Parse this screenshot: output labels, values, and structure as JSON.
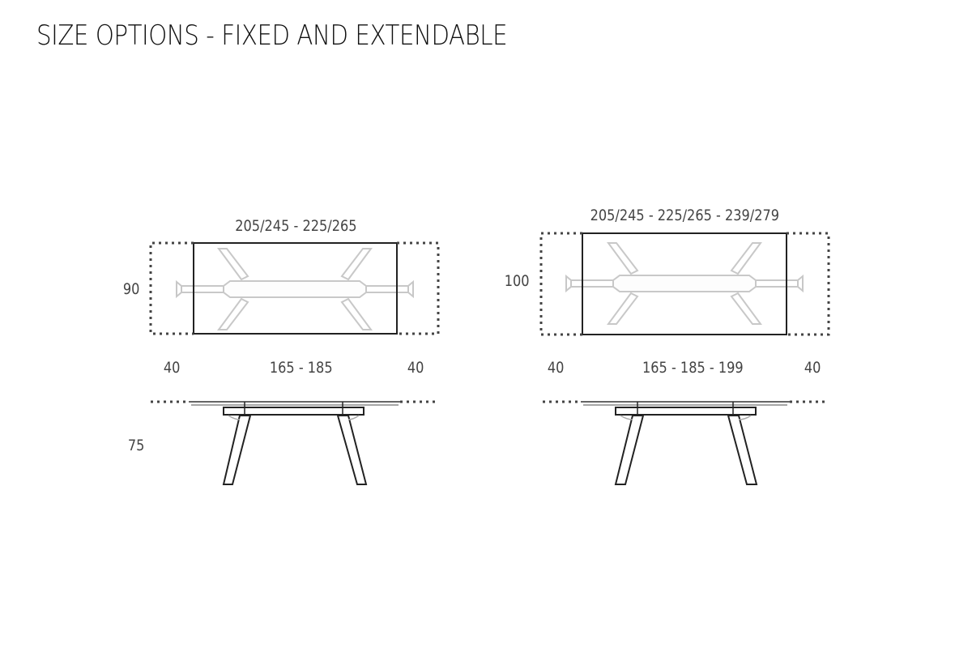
{
  "title": "SIZE OPTIONS - FIXED AND EXTENDABLE",
  "diagrams": [
    {
      "name": "table-90",
      "top_view": {
        "length_label": "205/245 - 225/265",
        "depth_label": "90"
      },
      "side_view": {
        "left_extension": "40",
        "center_length": "165 - 185",
        "right_extension": "40",
        "height_label": "75"
      }
    },
    {
      "name": "table-100",
      "top_view": {
        "length_label": "205/245 - 225/265 - 239/279",
        "depth_label": "100"
      },
      "side_view": {
        "left_extension": "40",
        "center_length": "165 - 185 - 199",
        "right_extension": "40"
      }
    }
  ],
  "colors": {
    "outline": "#222222",
    "base_outline": "#c8c8c8",
    "dotted": "#444444",
    "text": "#444444"
  }
}
